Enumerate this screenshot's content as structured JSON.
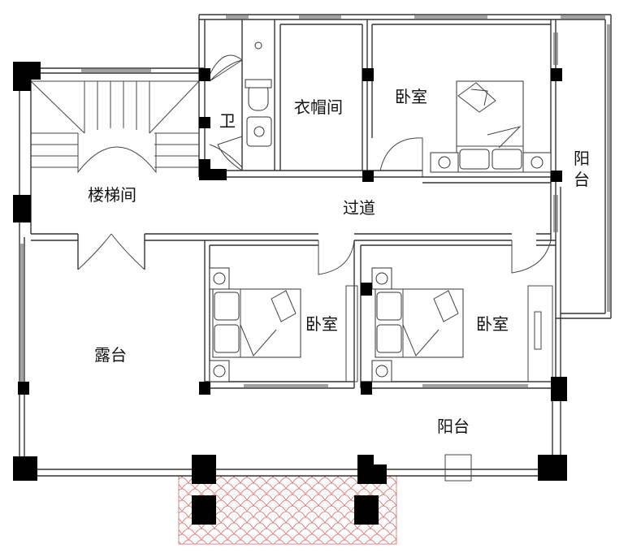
{
  "rooms": {
    "stairwell": "楼梯间",
    "bathroom": "卫",
    "cloakroom": "衣帽间",
    "bedroom_master": "卧室",
    "balcony_east_line1": "阳",
    "balcony_east_line2": "台",
    "corridor": "过道",
    "terrace": "露台",
    "bedroom_center": "卧室",
    "bedroom_right": "卧室",
    "balcony_south": "阳台"
  },
  "colors": {
    "wall": "#333333",
    "column": "#000000",
    "roof_tile": "#d06a6a"
  }
}
